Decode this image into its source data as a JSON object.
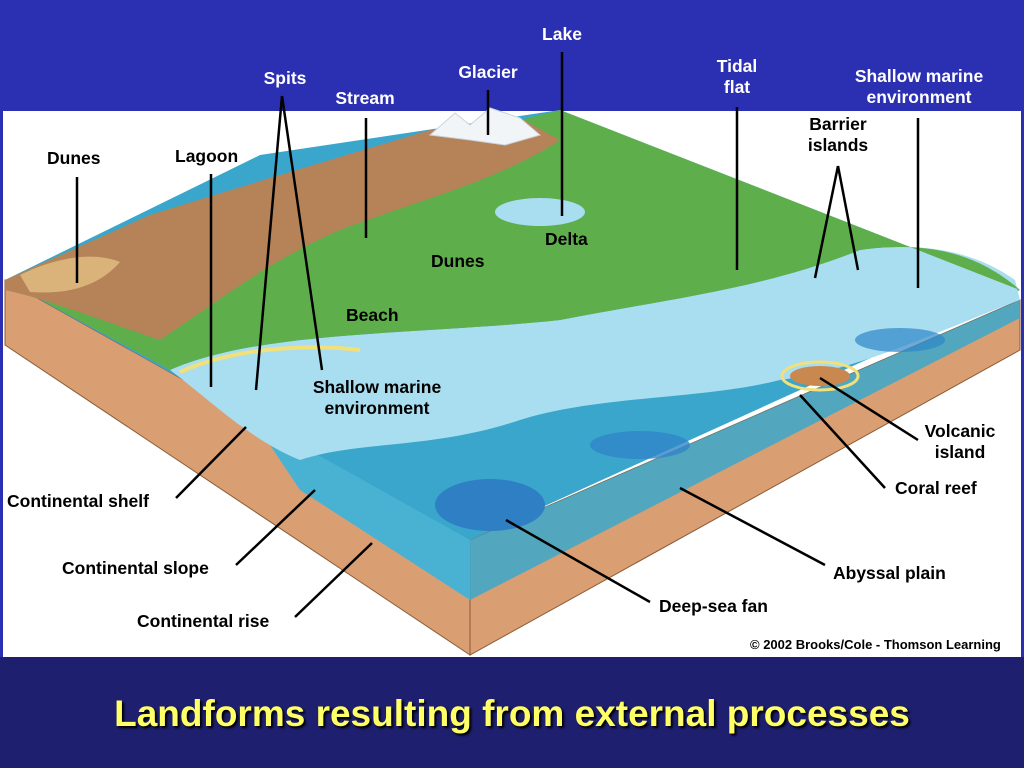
{
  "slide": {
    "title": "Landforms resulting from external processes",
    "colors": {
      "background": "#2b2fb2",
      "bottom_band": "#1e1f6e",
      "title_text": "#ffff66",
      "land_green": "#5fae4c",
      "mountain_brown": "#a9754a",
      "shallow_water": "#a9ddf0",
      "deep_water": "#34a7cc",
      "sediment": "#d99f73"
    }
  },
  "figure": {
    "copyright": "© 2002 Brooks/Cole - Thomson Learning",
    "labels": {
      "lake": "Lake",
      "glacier": "Glacier",
      "spits": "Spits",
      "stream": "Stream",
      "tidal_flat": "Tidal\nflat",
      "shallow_marine_top": "Shallow marine\nenvironment",
      "barrier_islands": "Barrier\nislands",
      "dunes_left": "Dunes",
      "lagoon": "Lagoon",
      "delta": "Delta",
      "dunes_mid": "Dunes",
      "beach": "Beach",
      "shallow_marine_mid": "Shallow marine\nenvironment",
      "volcanic_island": "Volcanic\nisland",
      "coral_reef": "Coral reef",
      "continental_shelf": "Continental shelf",
      "continental_slope": "Continental slope",
      "continental_rise": "Continental rise",
      "abyssal_plain": "Abyssal plain",
      "deep_sea_fan": "Deep-sea fan"
    }
  }
}
